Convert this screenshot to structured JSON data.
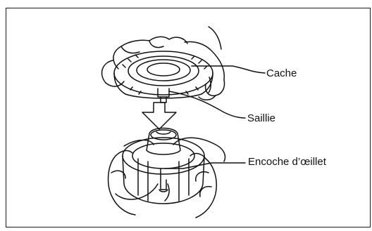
{
  "figure": {
    "callouts": {
      "cache": "Cache",
      "saillie": "Saillie",
      "encoche": "Encoche d’œillet"
    }
  },
  "colors": {
    "line": "#111111",
    "background": "#ffffff"
  }
}
